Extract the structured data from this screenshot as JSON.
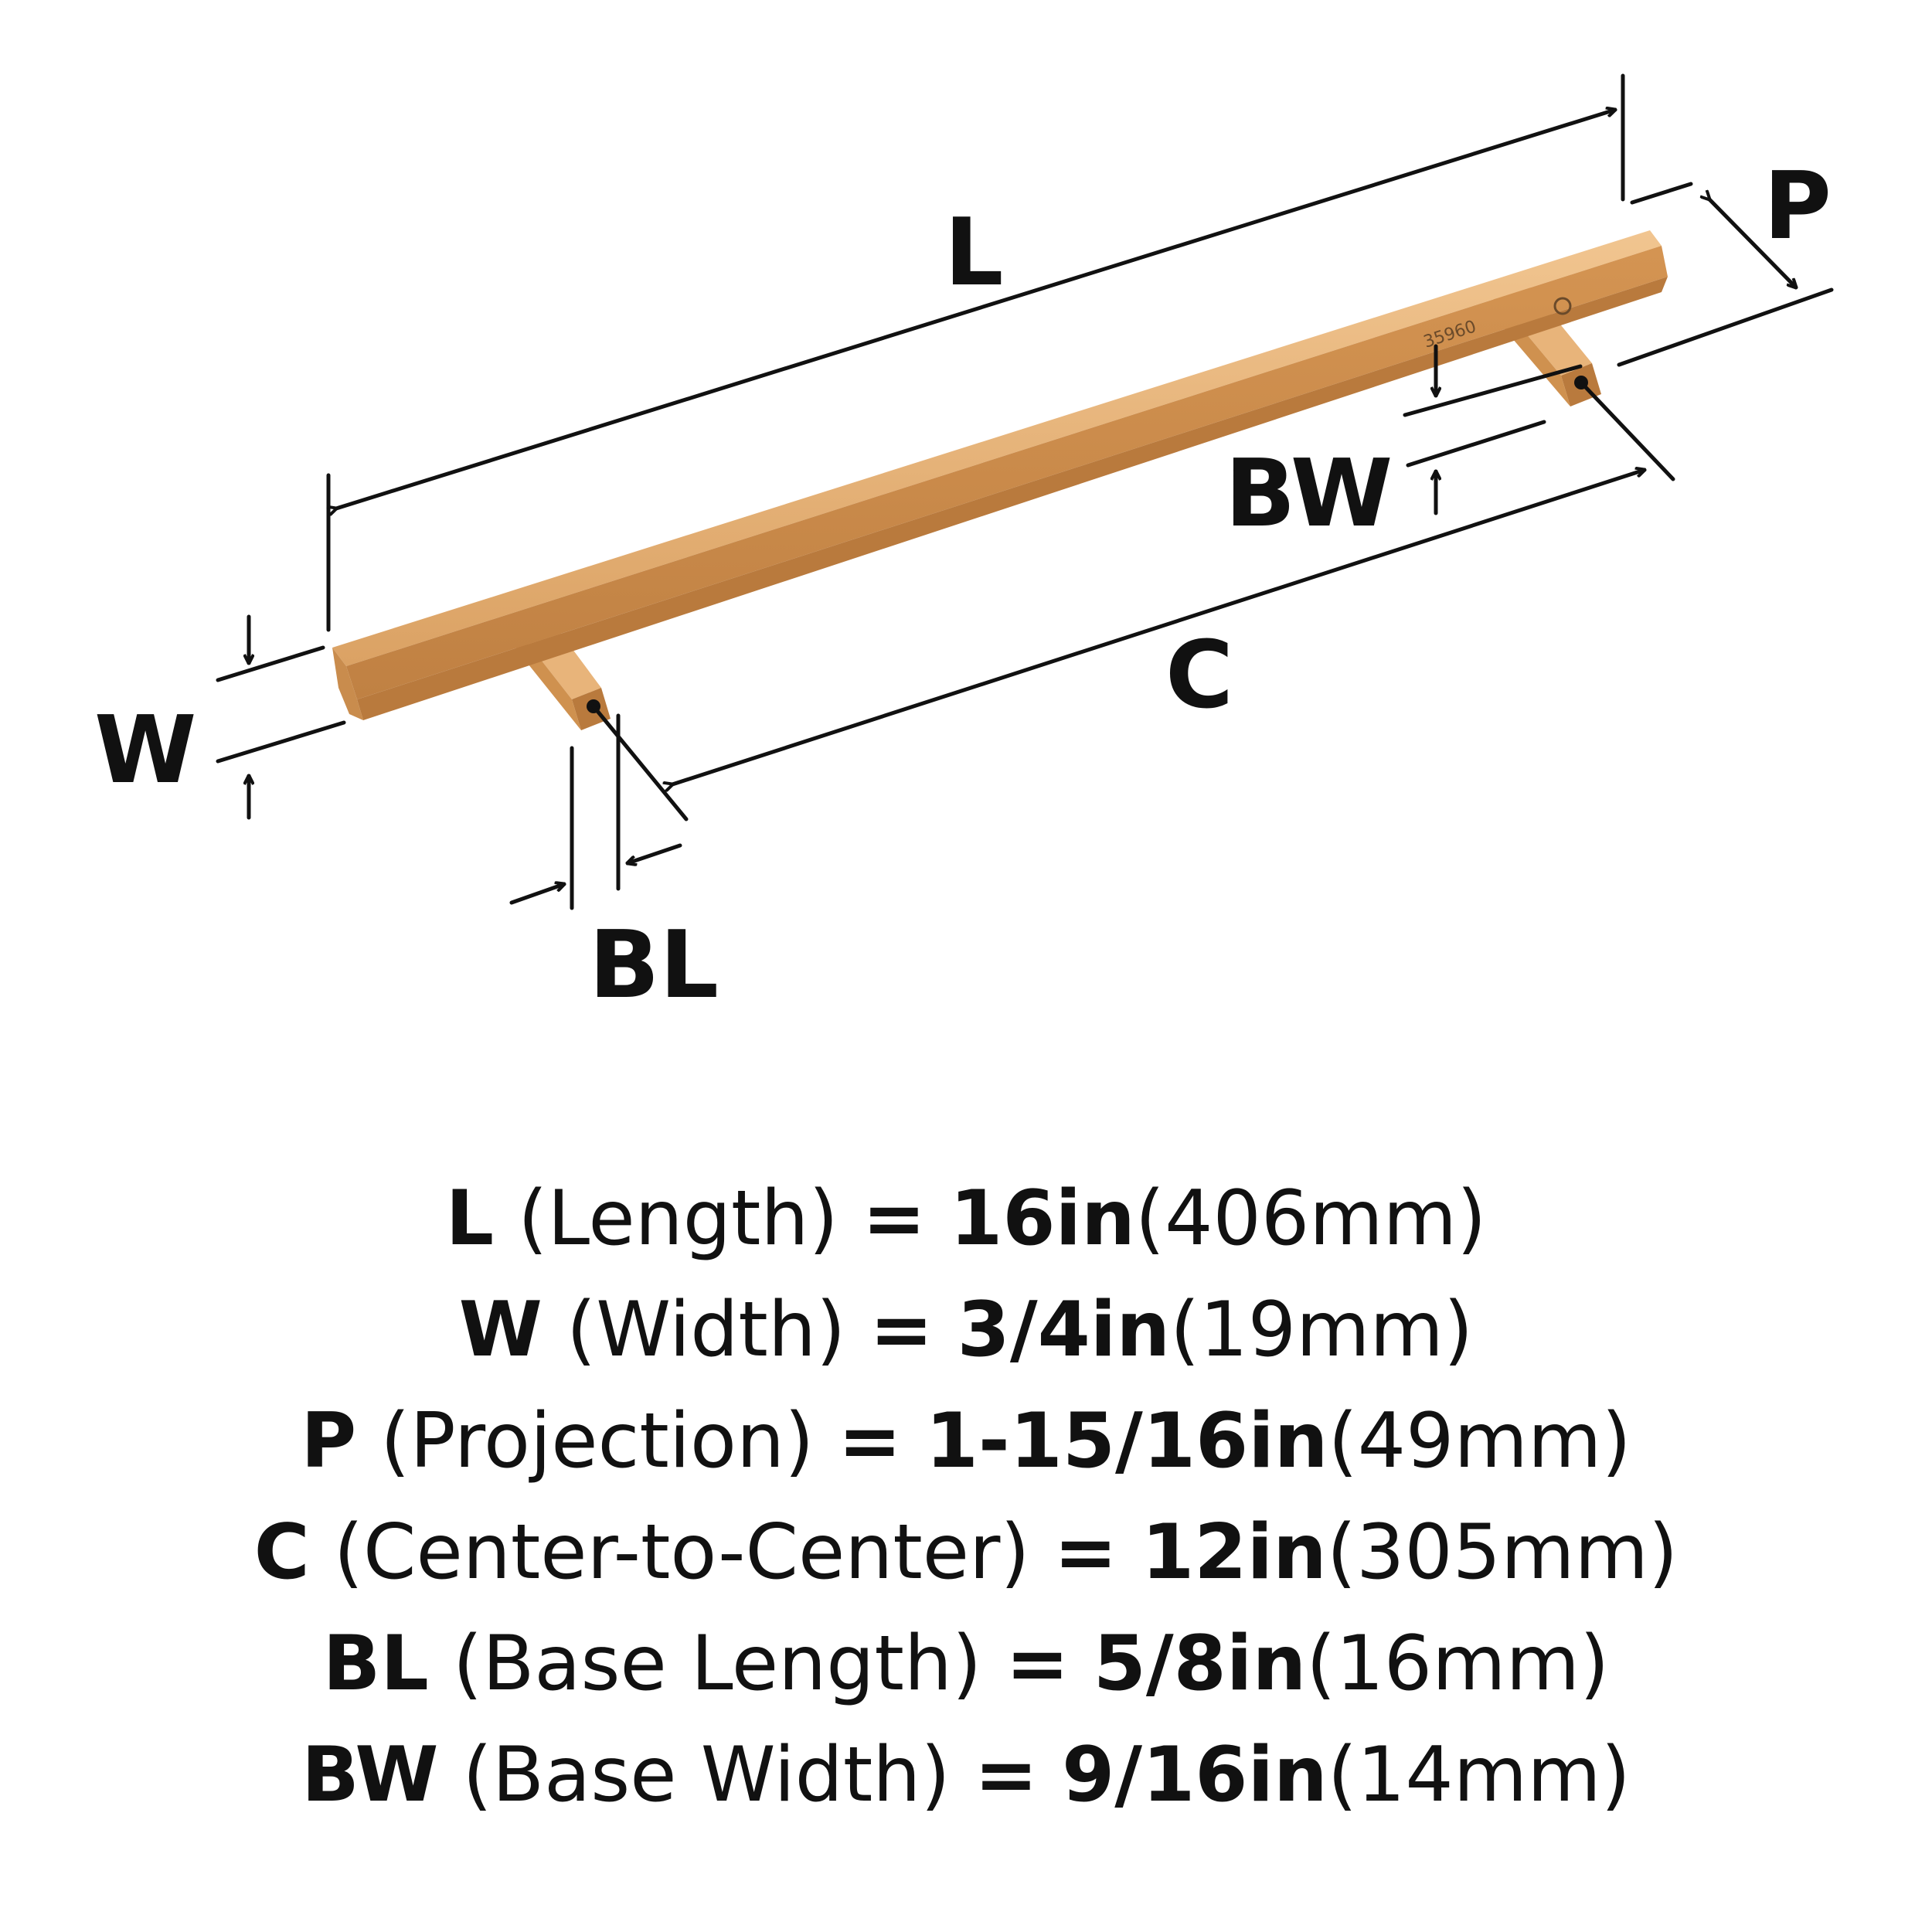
{
  "diagram": {
    "labels": {
      "L": "L",
      "W": "W",
      "P": "P",
      "C": "C",
      "BL": "BL",
      "BW": "BW"
    },
    "engraving": "35960",
    "colors": {
      "metal_light": "#e9b37a",
      "metal_mid": "#d69a58",
      "metal_dark": "#b8783c",
      "ink": "#111111"
    }
  },
  "specs": [
    {
      "symbol": "L",
      "name": "(Length)",
      "eq": "=",
      "imperial": "16in",
      "metric": "(406mm)"
    },
    {
      "symbol": "W",
      "name": "(Width)",
      "eq": "=",
      "imperial": "3/4in",
      "metric": "(19mm)"
    },
    {
      "symbol": "P",
      "name": "(Projection)",
      "eq": "=",
      "imperial": "1-15/16in",
      "metric": "(49mm)"
    },
    {
      "symbol": "C",
      "name": "(Center-to-Center)",
      "eq": "=",
      "imperial": "12in",
      "metric": "(305mm)"
    },
    {
      "symbol": "BL",
      "name": "(Base Length)",
      "eq": "=",
      "imperial": "5/8in",
      "metric": "(16mm)"
    },
    {
      "symbol": "BW",
      "name": "(Base Width)",
      "eq": "=",
      "imperial": "9/16in",
      "metric": "(14mm)"
    }
  ]
}
